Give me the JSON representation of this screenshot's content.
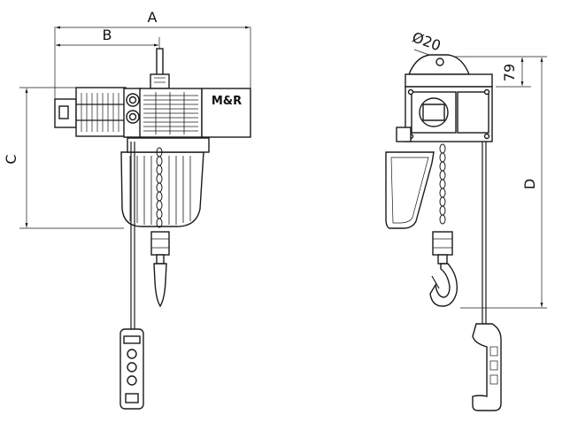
{
  "brand_label": "M&R",
  "dimensions": {
    "a": "A",
    "b": "B",
    "c": "C",
    "d": "D",
    "diameter": "Ø20",
    "height_79": "79"
  }
}
